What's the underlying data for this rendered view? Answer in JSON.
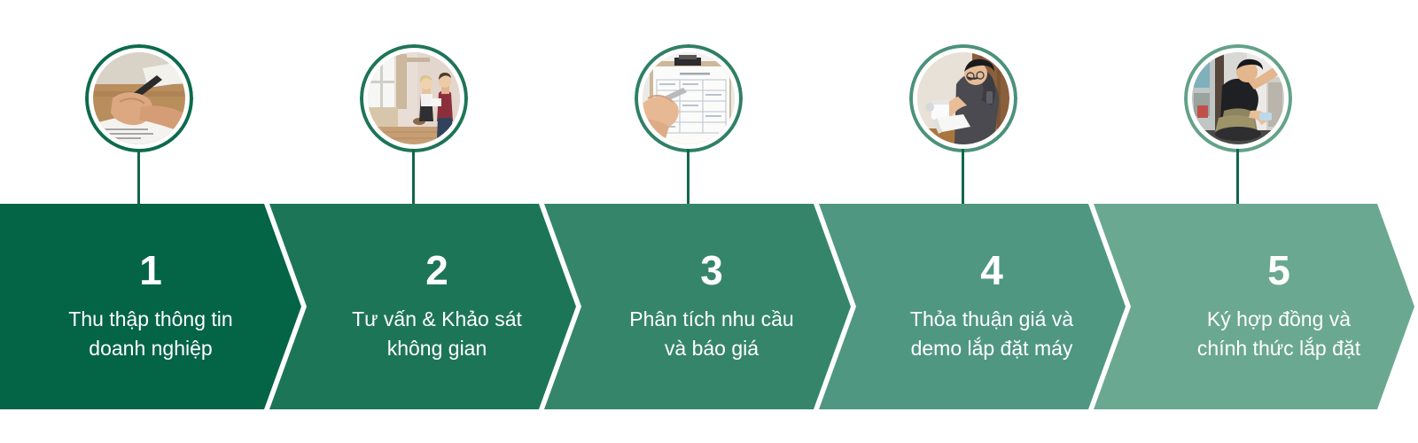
{
  "diagram": {
    "type": "chevron-process-timeline",
    "orientation": "horizontal",
    "step_count": 5,
    "background_color": "#ffffff",
    "connector_color": "#11674b",
    "label_text_color": "#ffffff"
  },
  "steps": [
    {
      "number": "1",
      "label": "Thu thập thông tin\ndoanh nghiệp",
      "band_color": "#046446",
      "ring_color": "#0c6b4c",
      "photo_name": "photo-hand-signing-document",
      "photo_alt": "Bàn tay cầm bút ký tài liệu trên bàn gỗ"
    },
    {
      "number": "2",
      "label": "Tư vấn & Khảo sát\nkhông gian",
      "band_color": "#1d7557",
      "ring_color": "#1d7557",
      "photo_name": "photo-couple-consulting-empty-room",
      "photo_alt": "Hai người tư vấn khảo sát trong phòng trống"
    },
    {
      "number": "3",
      "label": "Phân tích nhu cầu\nvà báo giá",
      "band_color": "#35856b",
      "ring_color": "#2f8065",
      "photo_name": "photo-hand-filling-clipboard-form",
      "photo_alt": "Bàn tay điền biểu mẫu trên bảng kẹp hồ sơ"
    },
    {
      "number": "4",
      "label": "Thỏa thuận giá và\ndemo lắp đặt máy",
      "band_color": "#4f9780",
      "ring_color": "#4a9279",
      "photo_name": "photo-technician-installing-device",
      "photo_alt": "Kỹ thuật viên lắp đặt thiết bị màu trắng"
    },
    {
      "number": "5",
      "label": "Ký hợp đồng và\nchính thức lắp đặt",
      "band_color": "#6aa891",
      "ring_color": "#63a289",
      "photo_name": "photo-technician-mounting-wall-unit",
      "photo_alt": "Kỹ thuật viên ngồi lắp thiết bị lên tường"
    }
  ]
}
